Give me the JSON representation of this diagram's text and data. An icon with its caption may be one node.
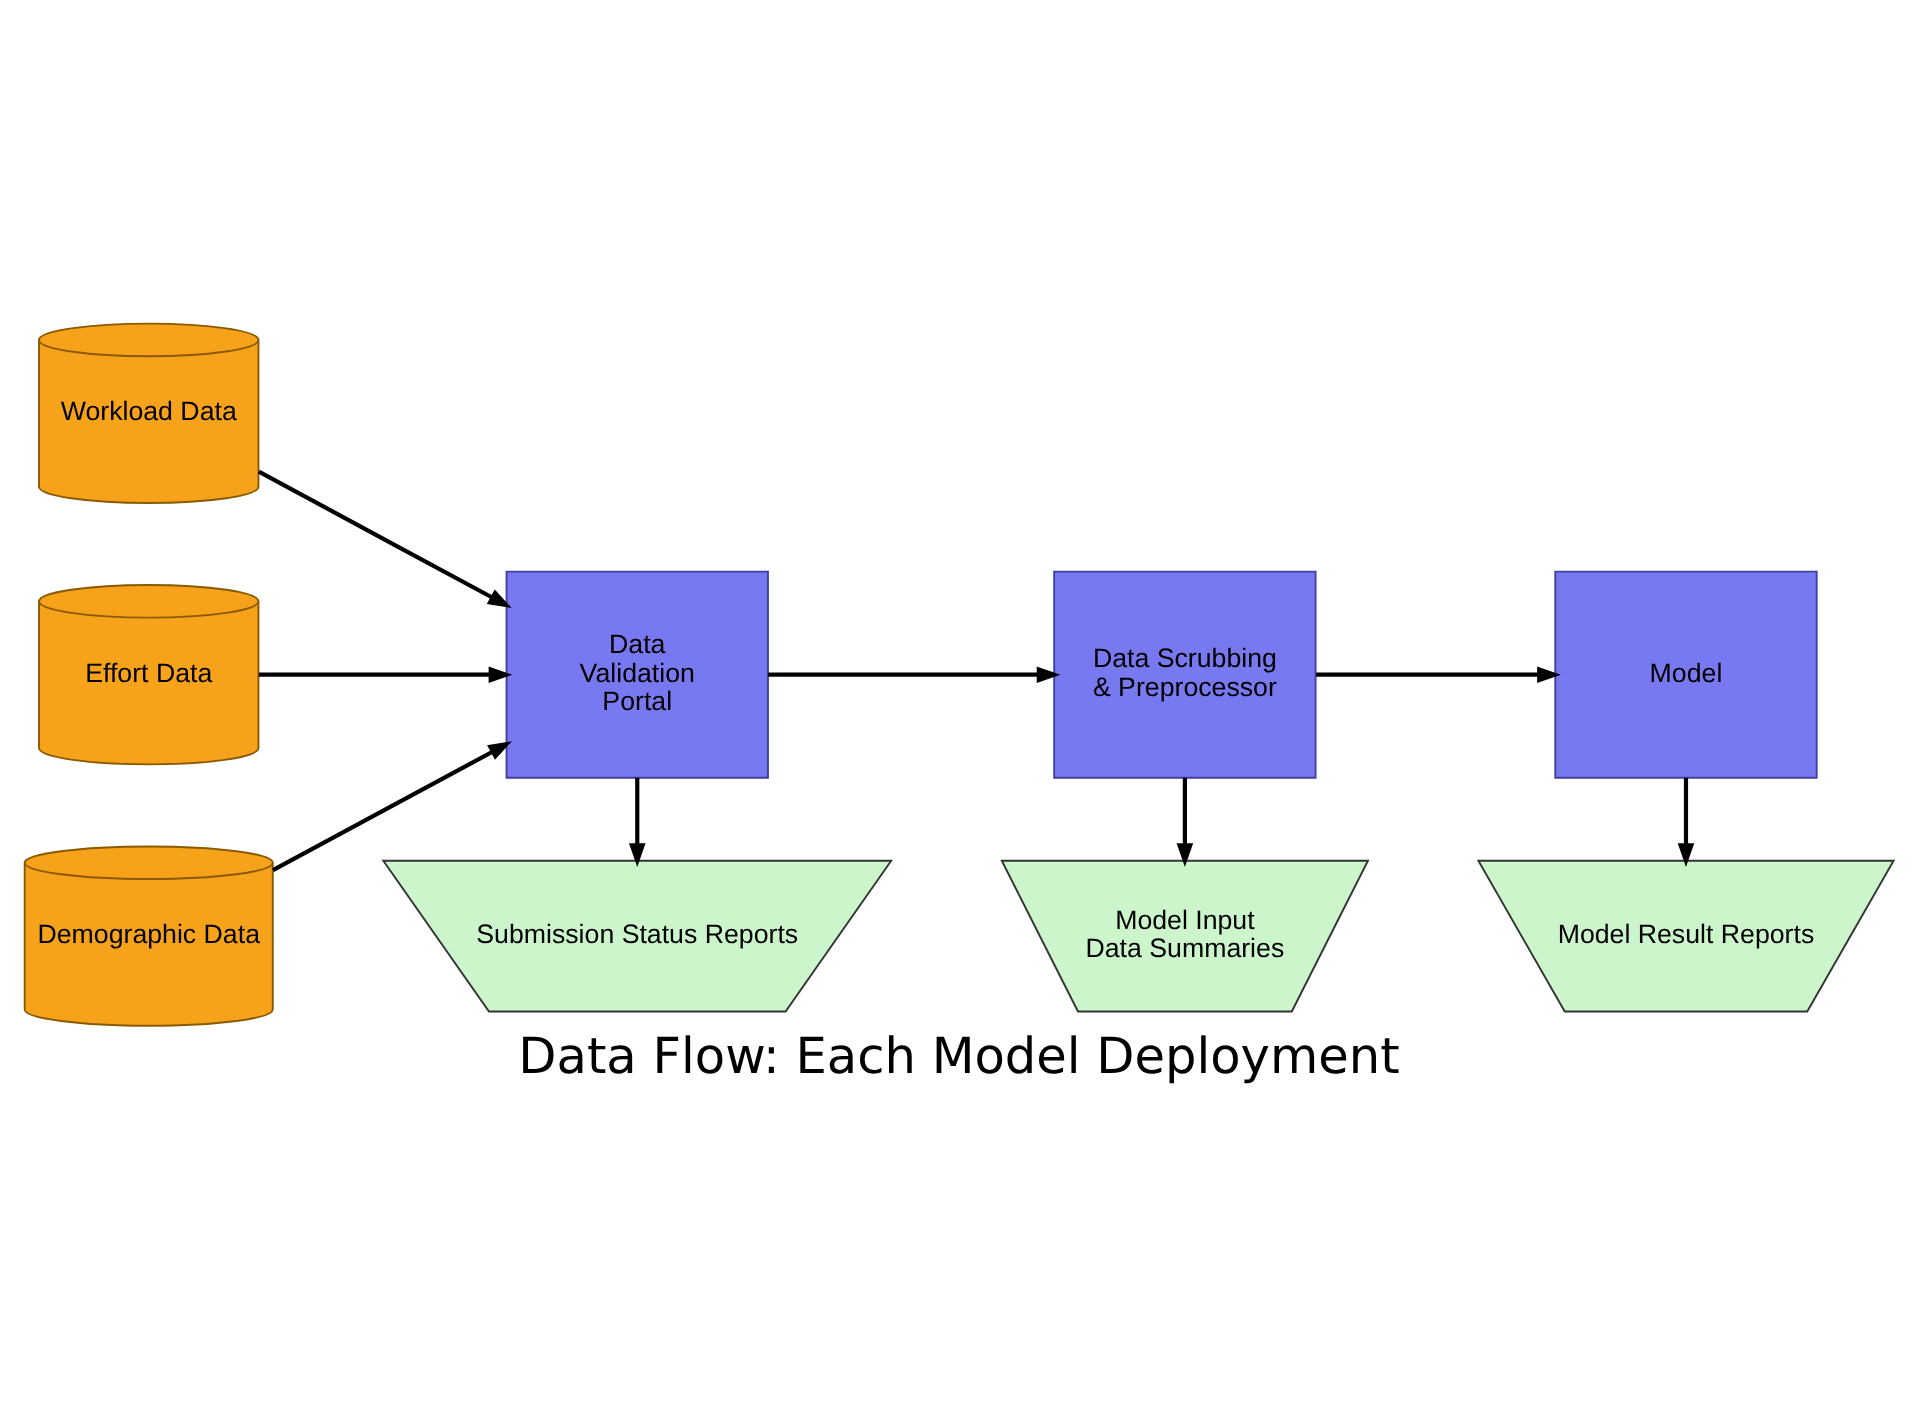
{
  "diagram": {
    "caption": "Data Flow: Each Model Deployment",
    "nodes": [
      {
        "text": [
          "Workload Data"
        ]
      },
      {
        "text": [
          "Effort Data"
        ]
      },
      {
        "text": [
          "Demographic Data"
        ]
      },
      {
        "text": [
          "Data Validation Portal"
        ]
      },
      {
        "text": [
          "Data Scrubbing & Preprocessor"
        ]
      },
      {
        "text": [
          "Model"
        ]
      },
      {
        "text": [
          "Submission Status Reports"
        ]
      },
      {
        "text": [
          "Model Input Data Summaries"
        ]
      },
      {
        "text": [
          "Model Result Reports"
        ]
      }
    ],
    "edges": [
      {
        "from": 0,
        "to": 3,
        "arrow": "to"
      },
      {
        "from": 1,
        "to": 3,
        "arrow": "to"
      },
      {
        "from": 2,
        "to": 3,
        "arrow": "to"
      },
      {
        "from": 3,
        "to": 4,
        "arrow": "to"
      },
      {
        "from": 4,
        "to": 5,
        "arrow": "to"
      },
      {
        "from": 3,
        "to": 6,
        "arrow": "to"
      },
      {
        "from": 4,
        "to": 7,
        "arrow": "to"
      },
      {
        "from": 5,
        "to": 8,
        "arrow": "to"
      }
    ]
  }
}
